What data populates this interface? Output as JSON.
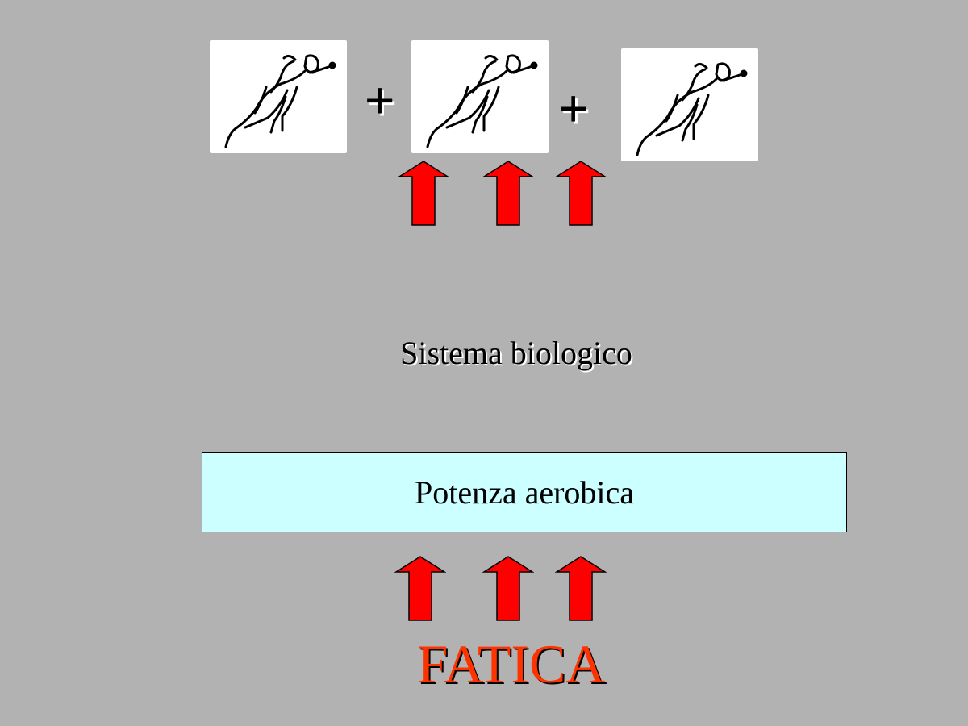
{
  "slide": {
    "images": [
      {
        "icon": "sprinter-icon"
      },
      {
        "icon": "sprinter-icon"
      },
      {
        "icon": "sprinter-icon"
      }
    ],
    "plus_signs": [
      "+",
      "+"
    ],
    "biological_system_label": "Sistema biologico",
    "box_label": "Potenza aerobica",
    "fatigue_label": "FATICA",
    "colors": {
      "background": "#b2b2b2",
      "box_fill": "#ccffff",
      "arrow": "#ff0000",
      "fatigue_text": "#ff3300"
    }
  }
}
